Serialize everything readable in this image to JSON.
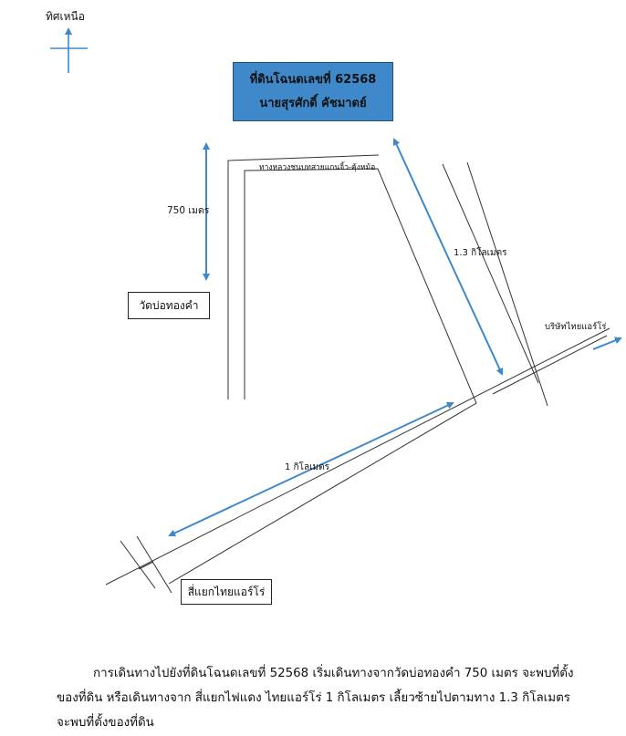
{
  "north": {
    "label": "ทิศเหนือ",
    "icon": "north-arrow-icon"
  },
  "landmark": {
    "line1": "ที่ดินโฉนดเลขที่ 62568",
    "line2": "นายสุรศักดิ์ คัชมาตย์"
  },
  "places": {
    "temple": "วัดบ่อทองคำ",
    "intersection": "สี่แยกไทยแอร์โร่",
    "company": "บริษัทไทยแอร์โร่",
    "road": "ทางหลวงชนบทสายแกนจิ้ว-คุ้งหม้อ"
  },
  "distances": {
    "temple_to_land": "750 เมตร",
    "main_road": "1 กิโลเมตร",
    "side_road": "1.3 กิโลเมตร"
  },
  "description": {
    "line1": "การเดินทางไปยังที่ดินโฉนดเลขที่ 52568 เริ่มเดินทางจากวัดบ่อทองคำ 750 เมตร จะพบที่ตั้ง",
    "line2": "ของที่ดิน หรือเดินทางจาก สี่แยกไฟแดง ไทยแอร์โร่ 1 กิโลเมตร เลี้ยวซ้ายไปตามทาง 1.3 กิโลเมตร",
    "line3": "จะพบที่ตั้งของที่ดิน"
  },
  "colors": {
    "arrow": "#3f88c9",
    "box": "#3f88c9",
    "road": "#333333"
  }
}
